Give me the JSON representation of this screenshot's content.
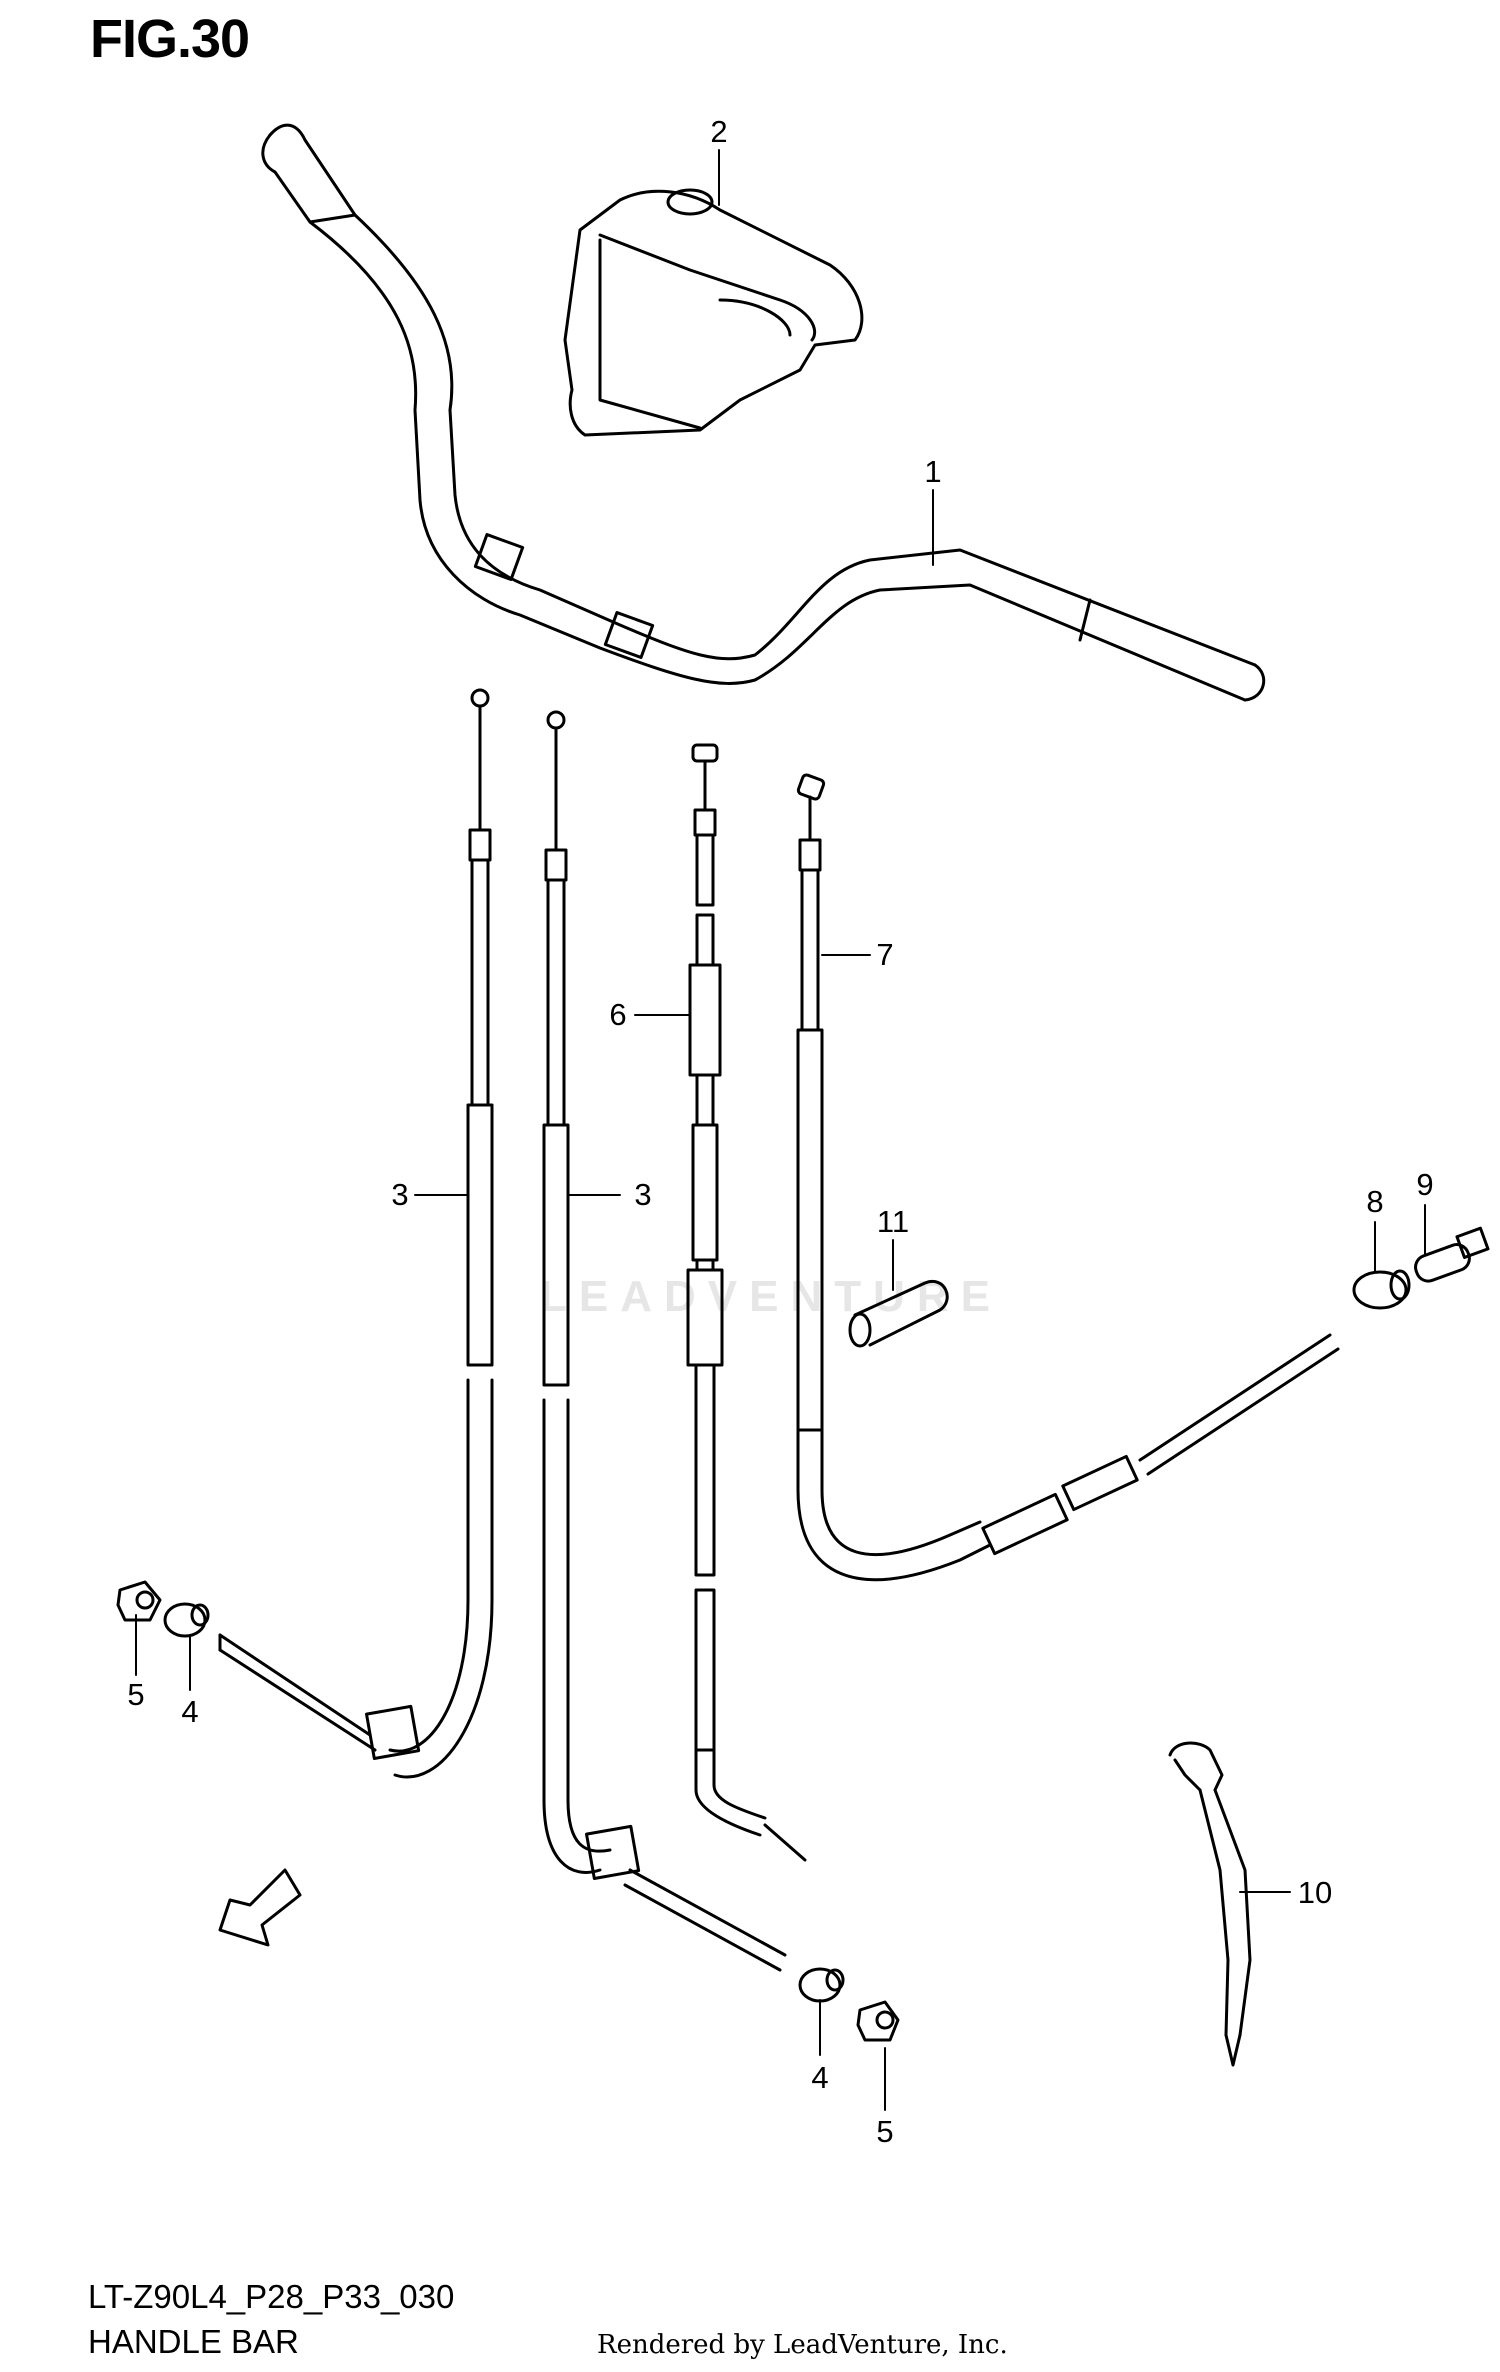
{
  "figure": {
    "title": "FIG.30",
    "code": "LT-Z90L4_P28_P33_030",
    "subtitle": "HANDLE BAR",
    "rendered_by": "Rendered by LeadVenture, Inc.",
    "watermark": "LEADVENTURE",
    "fwd_label": "FWD"
  },
  "callouts": [
    {
      "id": "c1",
      "label": "1"
    },
    {
      "id": "c2",
      "label": "2"
    },
    {
      "id": "c3a",
      "label": "3"
    },
    {
      "id": "c3b",
      "label": "3"
    },
    {
      "id": "c4a",
      "label": "4"
    },
    {
      "id": "c4b",
      "label": "4"
    },
    {
      "id": "c5a",
      "label": "5"
    },
    {
      "id": "c5b",
      "label": "5"
    },
    {
      "id": "c6",
      "label": "6"
    },
    {
      "id": "c7",
      "label": "7"
    },
    {
      "id": "c8",
      "label": "8"
    },
    {
      "id": "c9",
      "label": "9"
    },
    {
      "id": "c10",
      "label": "10"
    },
    {
      "id": "c11",
      "label": "11"
    }
  ]
}
